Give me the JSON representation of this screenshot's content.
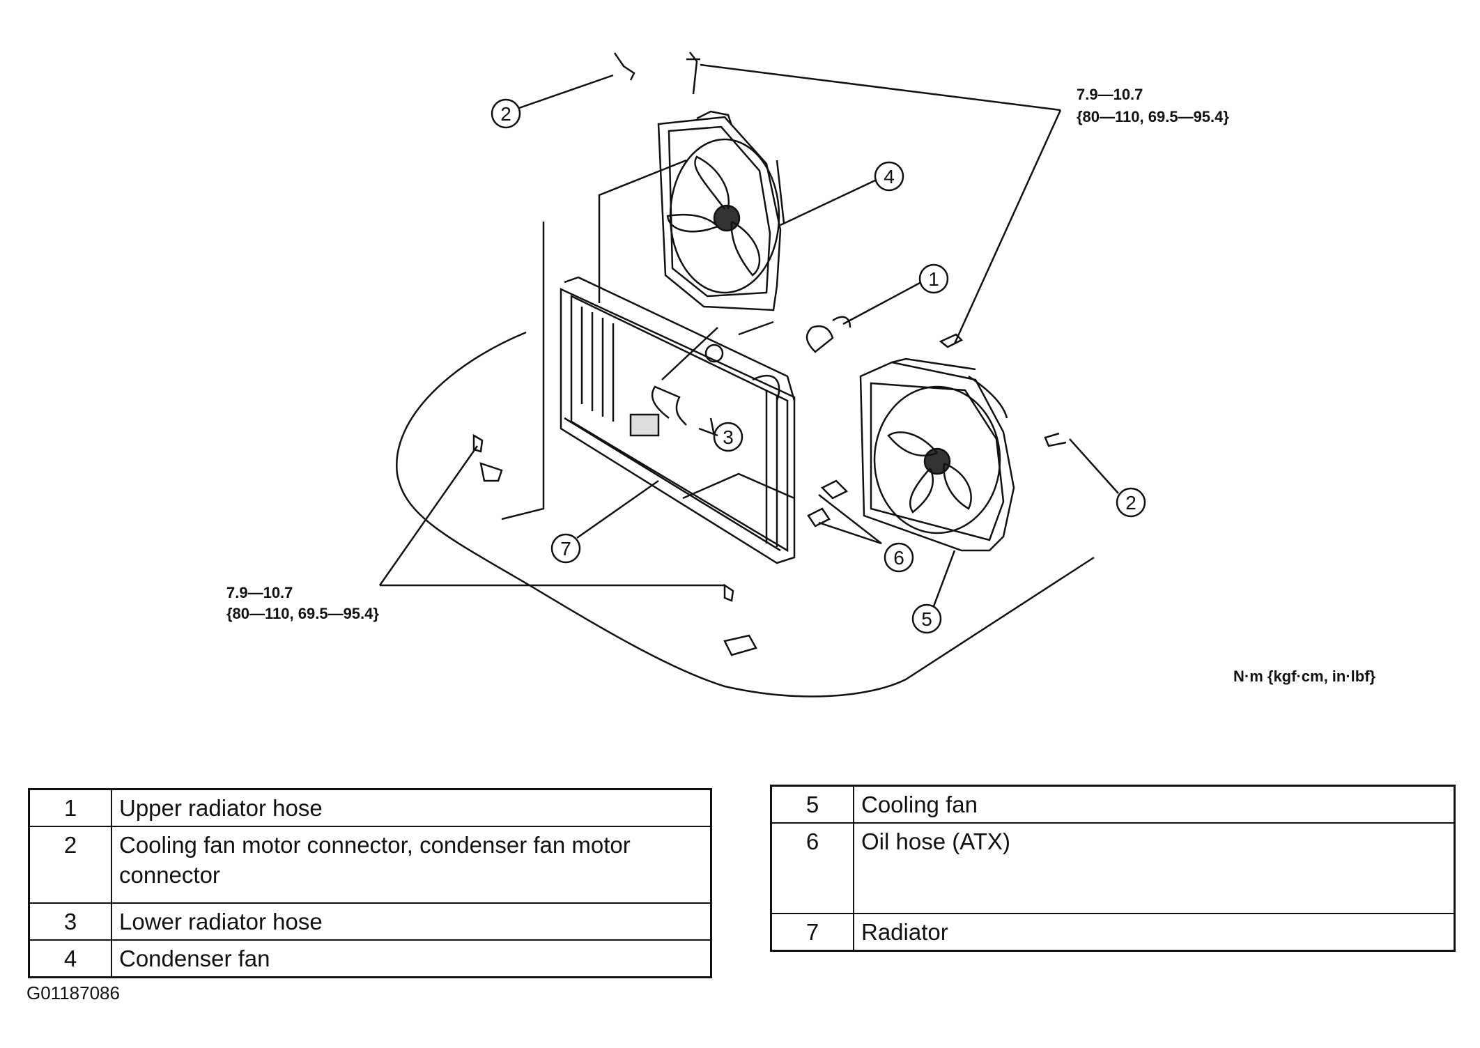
{
  "diagram": {
    "callouts": [
      "2",
      "4",
      "1",
      "3",
      "2",
      "6",
      "7",
      "5"
    ],
    "torque_top": {
      "line1": "7.9—10.7",
      "line2": "{80—110, 69.5—95.4}"
    },
    "torque_left": {
      "line1": "7.9—10.7",
      "line2": "{80—110, 69.5—95.4}"
    },
    "unit_label": "N·m {kgf·cm, in·lbf}"
  },
  "legend_left": [
    {
      "num": "1",
      "desc": "Upper radiator hose"
    },
    {
      "num": "2",
      "desc": "Cooling fan motor connector, condenser fan motor connector"
    },
    {
      "num": "3",
      "desc": "Lower radiator hose"
    },
    {
      "num": "4",
      "desc": "Condenser fan"
    }
  ],
  "legend_right": [
    {
      "num": "5",
      "desc": "Cooling fan"
    },
    {
      "num": "6",
      "desc": "Oil hose (ATX)"
    },
    {
      "num": "7",
      "desc": "Radiator"
    }
  ],
  "figure_id": "G01187086"
}
